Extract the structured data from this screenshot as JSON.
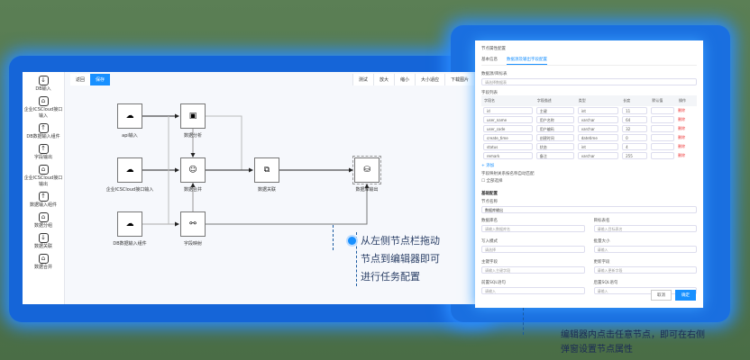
{
  "editor": {
    "tabs": [
      "返回",
      "保存"
    ],
    "toolbar": [
      "测试",
      "放大",
      "缩小",
      "大小适应",
      "下载图片"
    ],
    "sidebar": [
      "DB输入",
      "企业ICSCloud接口输入",
      "DB数据输入组件",
      "字段输出",
      "企业ICSCloud接口输出",
      "数据输入组件",
      "数据分组",
      "数据关联",
      "数据合并"
    ],
    "nodes": {
      "api": "api输入",
      "analysis": "数据分析",
      "ics": "企业ICSCloud接口输入",
      "merge": "数据合并",
      "db": "DB数据输入组件",
      "map": "字段映射",
      "relate": "数据关联",
      "output": "数据库输出"
    }
  },
  "callout": [
    "从左侧节点栏拖动",
    "节点到编辑器即可",
    "进行任务配置"
  ],
  "panel": {
    "title": "节点属性配置",
    "tabs": [
      "基本信息",
      "数据源及输出字段配置"
    ],
    "source_label": "数据源/目标表",
    "source_value": "请选择数据表",
    "fields_label": "字段列表",
    "columns": [
      "字段名",
      "字段描述",
      "类型",
      "长度",
      "默认值",
      "操作"
    ],
    "rows": [
      [
        "id",
        "主键",
        "int",
        "11",
        "",
        "删除"
      ],
      [
        "user_name",
        "用户名称",
        "varchar",
        "64",
        "",
        "删除"
      ],
      [
        "user_code",
        "用户编码",
        "varchar",
        "32",
        "",
        "删除"
      ],
      [
        "create_time",
        "创建时间",
        "datetime",
        "0",
        "",
        "删除"
      ],
      [
        "status",
        "状态",
        "int",
        "4",
        "",
        "删除"
      ],
      [
        "remark",
        "备注",
        "varchar",
        "255",
        "",
        "删除"
      ]
    ],
    "add": "+ 添加",
    "check_text": "字段映射关系按名称自动匹配",
    "checkbox": "全部选择",
    "basic_title": "基础配置",
    "name_label": "节点名称",
    "name_value": "数据库输出",
    "form": [
      [
        "数据库名",
        "请输入数据库名"
      ],
      [
        "目标表名",
        "请输入目标表名"
      ],
      [
        "写入模式",
        "请选择"
      ],
      [
        "批量大小",
        "请输入"
      ],
      [
        "主键字段",
        "请输入主键字段"
      ],
      [
        "更新字段",
        "请输入更新字段"
      ],
      [
        "前置SQL语句",
        "请输入"
      ],
      [
        "后置SQL语句",
        "请输入"
      ]
    ],
    "cancel": "取消",
    "confirm": "确定"
  },
  "bottom_text": "编辑器内点击任意节点，即可在右侧弹窗设置节点属性"
}
